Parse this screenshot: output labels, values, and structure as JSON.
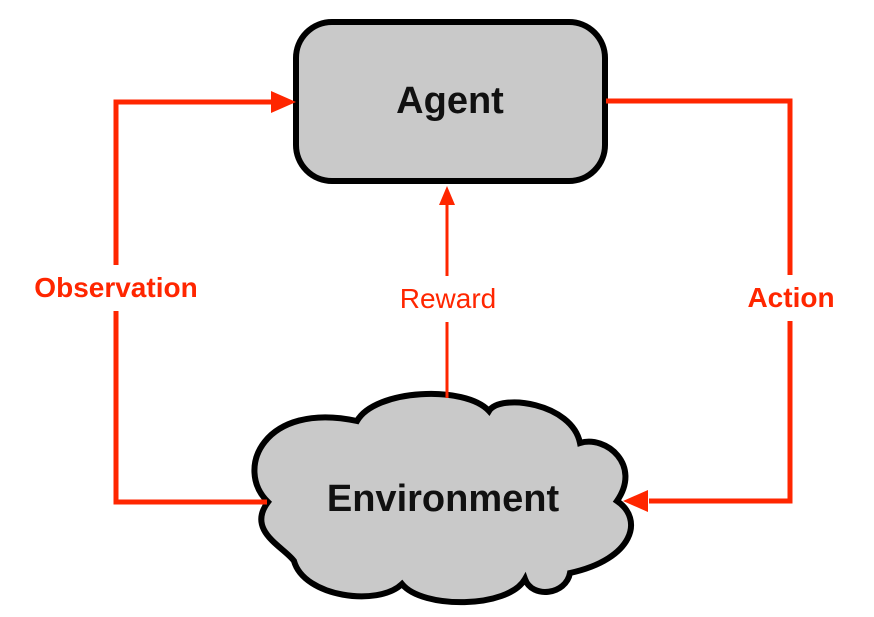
{
  "colors": {
    "arrow": "#ff2600",
    "edge_label": "#ff2600",
    "node_fill": "#c9c9c9",
    "node_border": "#000000",
    "node_text": "#111111",
    "background": "#ffffff"
  },
  "nodes": {
    "agent": {
      "label": "Agent",
      "shape": "rounded-rect"
    },
    "environment": {
      "label": "Environment",
      "shape": "cloud"
    }
  },
  "edges": {
    "observation": {
      "label": "Observation",
      "from": "Environment",
      "to": "Agent"
    },
    "reward": {
      "label": "Reward",
      "from": "Environment",
      "to": "Agent"
    },
    "action": {
      "label": "Action",
      "from": "Agent",
      "to": "Environment"
    }
  }
}
